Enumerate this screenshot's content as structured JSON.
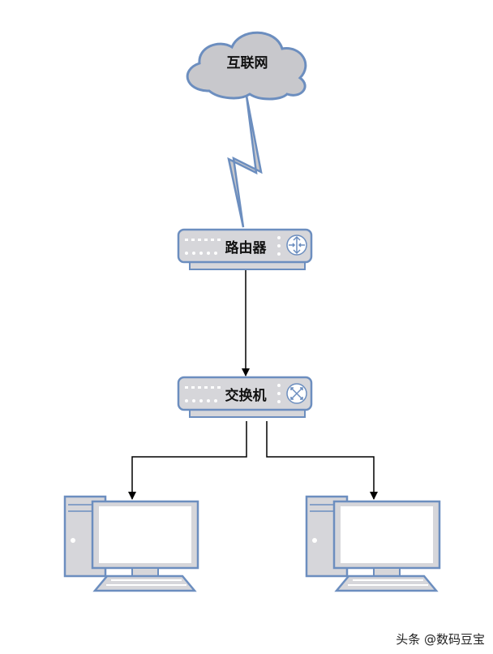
{
  "nodes": {
    "internet": {
      "label": "互联网",
      "kind": "cloud"
    },
    "router": {
      "label": "路由器",
      "kind": "router"
    },
    "switch": {
      "label": "交换机",
      "kind": "switch"
    },
    "pc_left": {
      "label": "",
      "kind": "computer"
    },
    "pc_right": {
      "label": "",
      "kind": "computer"
    }
  },
  "edges": [
    {
      "from": "internet",
      "to": "router",
      "style": "lightning"
    },
    {
      "from": "router",
      "to": "switch",
      "style": "arrow"
    },
    {
      "from": "switch",
      "to": "pc_left",
      "style": "elbow-arrow"
    },
    {
      "from": "switch",
      "to": "pc_right",
      "style": "elbow-arrow"
    }
  ],
  "colors": {
    "stroke": "#6c8ebf",
    "cloud_fill": "#c8c8cc",
    "device_fill": "#d6d6da",
    "screen_fill": "#ffffff",
    "line": "#000000"
  },
  "watermark": "头条 @数码豆宝"
}
